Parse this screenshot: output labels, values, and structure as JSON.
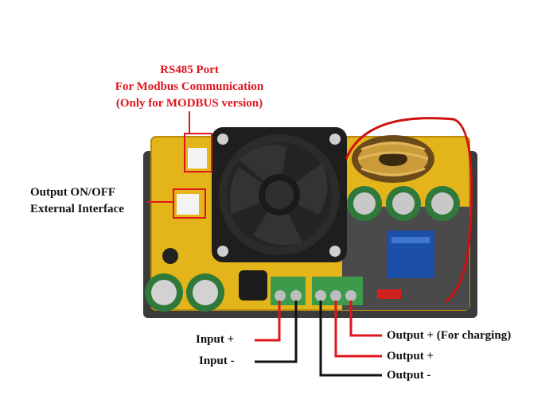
{
  "labels": {
    "rs485": [
      "RS485 Port",
      "For Modbus Communication",
      "(Only for MODBUS version)"
    ],
    "onoff": [
      "Output ON/OFF",
      "External Interface"
    ],
    "input_plus": "Input +",
    "input_minus": "Input -",
    "output_plus_charging": "Output + (For charging)",
    "output_plus": "Output +",
    "output_minus": "Output -"
  },
  "colors": {
    "accent_red": "#e0141e",
    "text_black": "#111111",
    "board_yellow": "#e3b51a",
    "board_dark": "#3a3a3a",
    "terminal_green": "#3c9a4a"
  }
}
